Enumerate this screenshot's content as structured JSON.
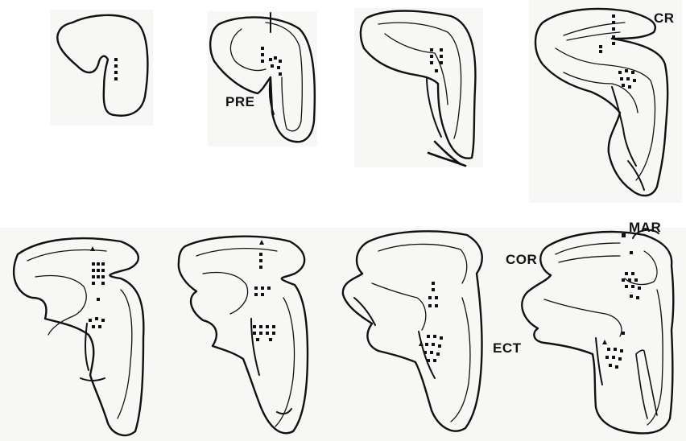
{
  "labels": {
    "pre": "PRE",
    "cr": "CR",
    "mar": "MAR",
    "cor": "COR",
    "ect": "ECT"
  },
  "colors": {
    "background": "#ffffff",
    "panel": "#f7f7f5",
    "ink": "#111111"
  }
}
